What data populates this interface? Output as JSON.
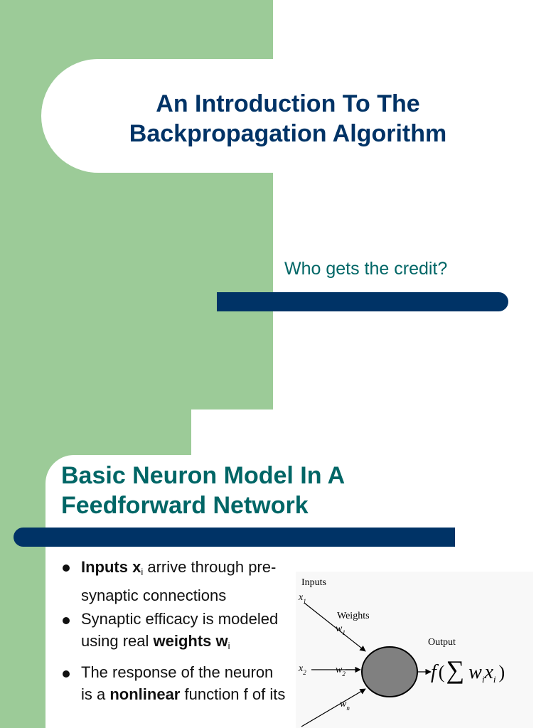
{
  "slide1": {
    "title_line1": "An Introduction To The",
    "title_line2": "Backpropagation Algorithm",
    "subtitle": "Who gets the credit?"
  },
  "slide2": {
    "title_line1": "Basic Neuron Model In A",
    "title_line2": "Feedforward Network",
    "bullets": [
      {
        "bold1": "Inputs x",
        "sub1": "i",
        "text1": " arrive through pre-synaptic connections"
      },
      {
        "text1": "Synaptic efficacy is modeled using real ",
        "bold1": "weights w",
        "sub1": "i"
      },
      {
        "text1": "The response of the neuron is a ",
        "bold1": "nonlinear",
        "text2": " function f of its"
      }
    ],
    "diagram": {
      "inputs_label": "Inputs",
      "weights_label": "Weights",
      "output_label": "Output",
      "x_symbol": "x",
      "w_symbol": "w",
      "sub_1": "1",
      "sub_2": "2",
      "sub_n": "n",
      "f_symbol": "f",
      "paren_open": "(",
      "sigma_symbol": "∑",
      "sub_i": "i",
      "paren_close": ")"
    },
    "colors": {
      "green": "#9ccb98",
      "navy": "#003366",
      "teal": "#006666"
    }
  }
}
